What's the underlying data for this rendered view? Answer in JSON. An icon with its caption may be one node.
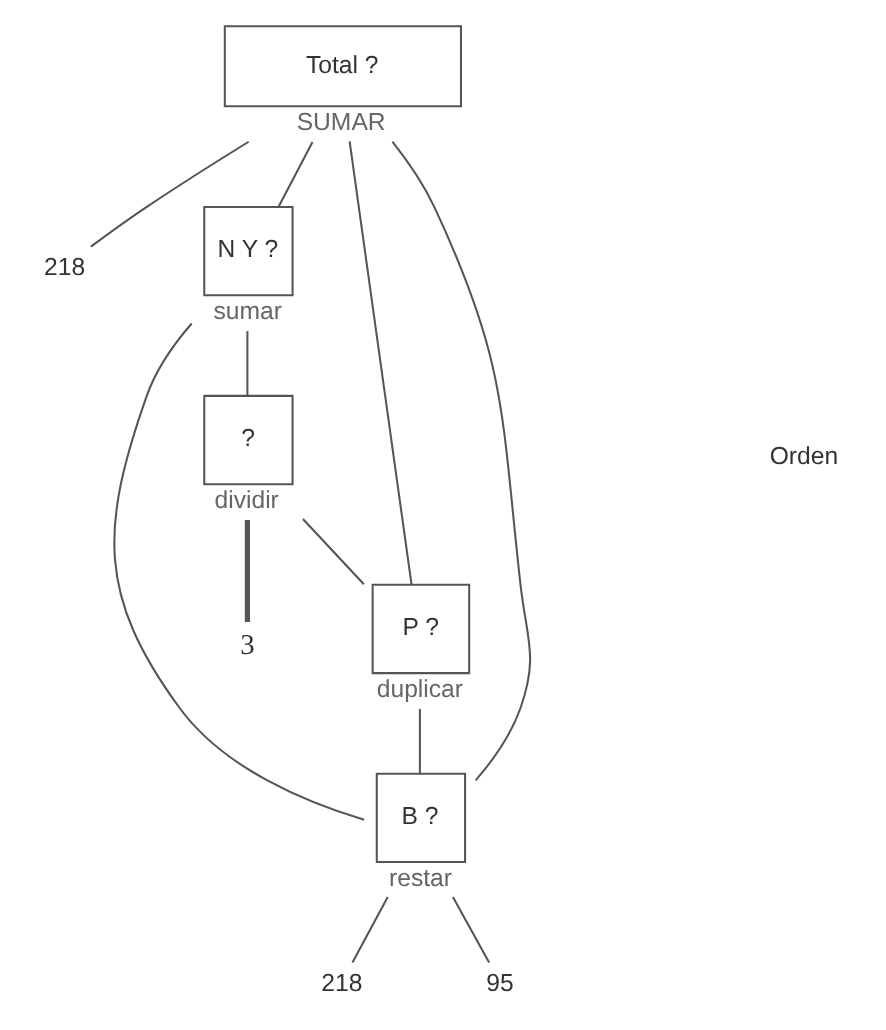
{
  "diagram": {
    "nodes": [
      {
        "text": [
          "Total ?"
        ],
        "beside": [
          "SUMAR"
        ]
      },
      {
        "text": [
          "218"
        ]
      },
      {
        "text": [
          "N Y ?"
        ],
        "beside": [
          "sumar"
        ]
      },
      {
        "text": [
          "?"
        ],
        "beside": [
          "dividir"
        ]
      },
      {
        "text": [
          "3"
        ]
      },
      {
        "text": [
          "P ?"
        ],
        "beside": [
          "duplicar"
        ]
      },
      {
        "text": [
          "B ?"
        ],
        "beside": [
          "restar"
        ]
      },
      {
        "text": [
          "218"
        ]
      },
      {
        "text": [
          "95"
        ]
      }
    ],
    "edges": [
      {
        "from": 0,
        "to": 1,
        "arrow": "none"
      },
      {
        "from": 0,
        "to": 2,
        "arrow": "none"
      },
      {
        "from": 0,
        "to": 6,
        "arrow": "none"
      },
      {
        "from": 0,
        "to": 5,
        "arrow": "none"
      },
      {
        "from": 2,
        "to": 6,
        "arrow": "none"
      },
      {
        "from": 2,
        "to": 3,
        "arrow": "none"
      },
      {
        "from": 3,
        "to": 5,
        "arrow": "none"
      },
      {
        "from": 3,
        "to": 4,
        "arrow": "none",
        "style": "thick"
      },
      {
        "from": 5,
        "to": 6,
        "arrow": "none"
      },
      {
        "from": 6,
        "to": 7,
        "arrow": "none"
      },
      {
        "from": 6,
        "to": 8,
        "arrow": "none"
      }
    ],
    "labels": [
      "Orden"
    ]
  }
}
